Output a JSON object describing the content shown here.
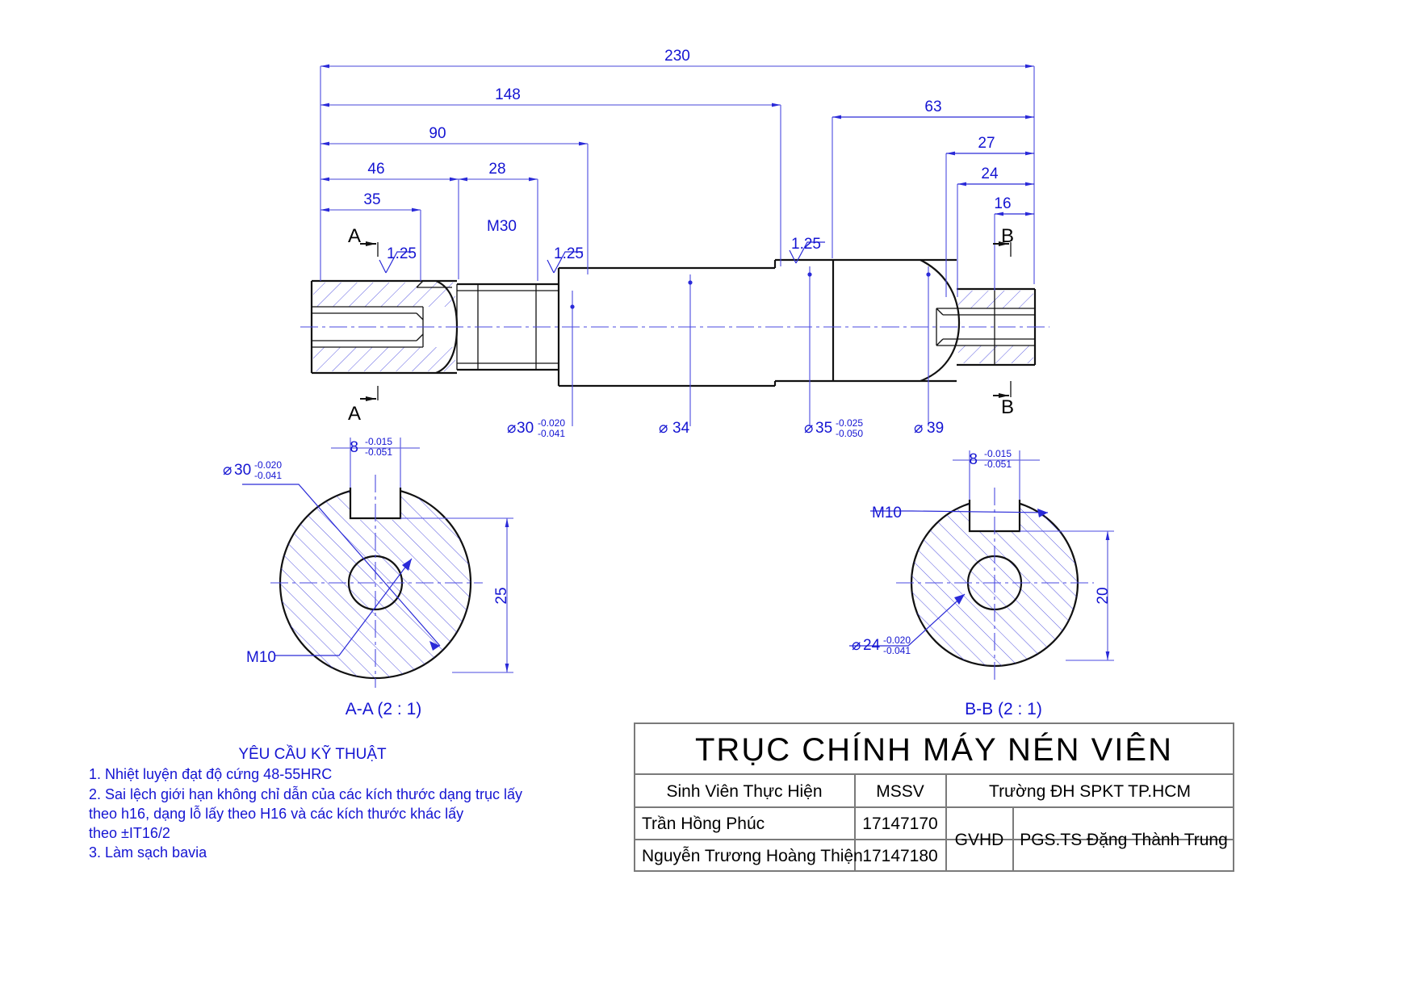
{
  "drawing": {
    "title": "TRỤC CHÍNH MÁY NÉN VIÊN",
    "top_dimensions": [
      {
        "value": "230"
      },
      {
        "value": "148"
      },
      {
        "value": "90"
      },
      {
        "value": "46"
      },
      {
        "value": "28"
      },
      {
        "value": "35"
      },
      {
        "value": "63"
      },
      {
        "value": "27"
      },
      {
        "value": "24"
      },
      {
        "value": "16"
      }
    ],
    "surface_finishes": [
      {
        "value": "1.25"
      },
      {
        "value": "1.25"
      },
      {
        "value": "1.25"
      }
    ],
    "thread_label": "M30",
    "section_marks": [
      {
        "label": "A"
      },
      {
        "label": "A"
      },
      {
        "label": "B"
      },
      {
        "label": "B"
      }
    ],
    "diameters": [
      {
        "sym": "⌀",
        "value": "30",
        "upper": "-0.020",
        "lower": "-0.041"
      },
      {
        "sym": "⌀",
        "value": "34",
        "upper": "",
        "lower": ""
      },
      {
        "sym": "⌀",
        "value": "35",
        "upper": "-0.025",
        "lower": "-0.050"
      },
      {
        "sym": "⌀",
        "value": "39",
        "upper": "",
        "lower": ""
      }
    ],
    "section_aa": {
      "label": "A-A (2 : 1)",
      "keyway_width": {
        "value": "8",
        "upper": "-0.015",
        "lower": "-0.051"
      },
      "bore": {
        "sym": "⌀",
        "value": "30",
        "upper": "-0.020",
        "lower": "-0.041"
      },
      "height": "25",
      "thread": "M10"
    },
    "section_bb": {
      "label": "B-B (2 : 1)",
      "keyway_width": {
        "value": "8",
        "upper": "-0.015",
        "lower": "-0.051"
      },
      "bore": {
        "sym": "⌀",
        "value": "24",
        "upper": "-0.020",
        "lower": "-0.041"
      },
      "height": "20",
      "thread": "M10"
    }
  },
  "notes": {
    "heading": "YÊU CẦU KỸ THUẬT",
    "lines": [
      "1. Nhiệt luyện đạt độ cứng 48-55HRC",
      "2. Sai lệch giới hạn không chỉ dẫn của các kích thước dạng trục lấy",
      "theo h16, dạng lỗ lấy theo H16 và các kích thước khác lấy",
      "theo ±IT16/2",
      "3. Làm sạch bavia"
    ]
  },
  "title_block": {
    "title": "TRỤC CHÍNH MÁY NÉN VIÊN",
    "header_student": "Sinh Viên Thực Hiện",
    "header_mssv": "MSSV",
    "school": "Trường ĐH SPKT TP.HCM",
    "gvhd_label": "GVHD",
    "gvhd_name": "PGS.TS Đặng Thành Trung",
    "students": [
      {
        "name": "Trần Hồng Phúc",
        "mssv": "17147170"
      },
      {
        "name": "Nguyễn Trương Hoàng Thiện",
        "mssv": "17147180"
      }
    ]
  },
  "colors": {
    "dimension_blue": "#1414d2",
    "object_black": "#111111",
    "frame_gray": "#7a7a7a"
  }
}
